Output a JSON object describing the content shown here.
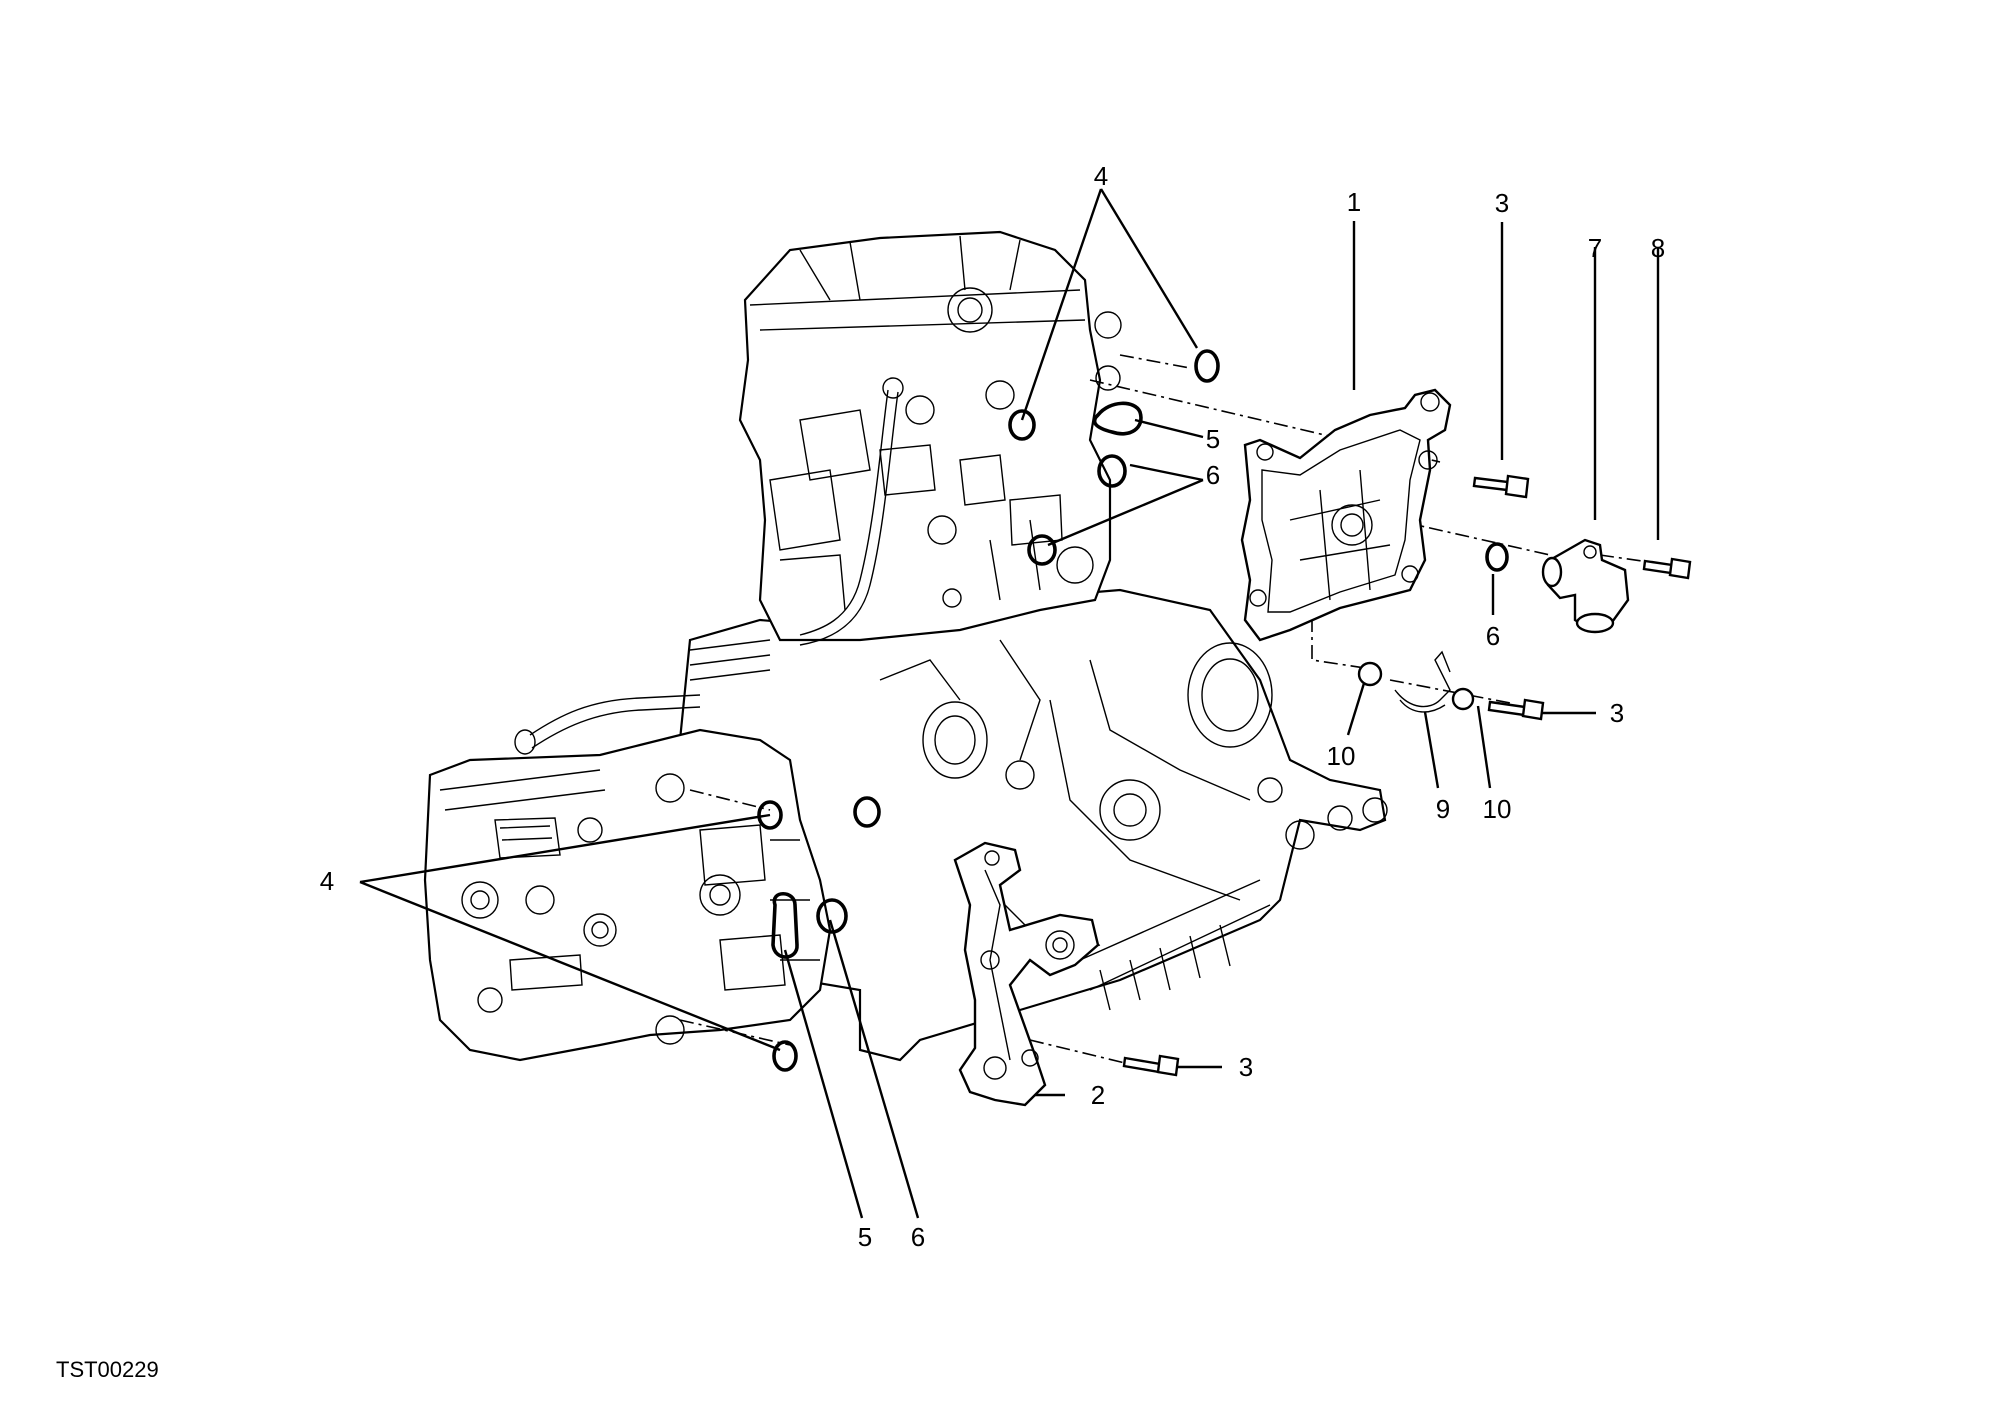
{
  "drawing_code": "TST00229",
  "callouts": [
    {
      "id": "c4-top",
      "text": "4"
    },
    {
      "id": "c1",
      "text": "1"
    },
    {
      "id": "c3-top",
      "text": "3"
    },
    {
      "id": "c7",
      "text": "7"
    },
    {
      "id": "c8",
      "text": "8"
    },
    {
      "id": "c5-top",
      "text": "5"
    },
    {
      "id": "c6-top",
      "text": "6"
    },
    {
      "id": "c6-right",
      "text": "6"
    },
    {
      "id": "c3-mid",
      "text": "3"
    },
    {
      "id": "c10-left",
      "text": "10"
    },
    {
      "id": "c9",
      "text": "9"
    },
    {
      "id": "c10-right",
      "text": "10"
    },
    {
      "id": "c4-left",
      "text": "4"
    },
    {
      "id": "c3-bottom",
      "text": "3"
    },
    {
      "id": "c2",
      "text": "2"
    },
    {
      "id": "c5-bottom",
      "text": "5"
    },
    {
      "id": "c6-bottom",
      "text": "6"
    }
  ]
}
